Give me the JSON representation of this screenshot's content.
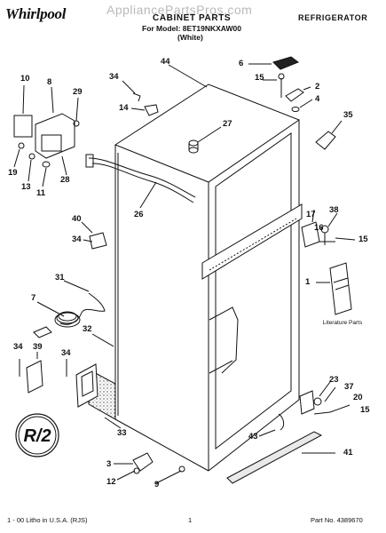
{
  "header": {
    "brand": "Whirlpool",
    "watermark": "AppliancePartsPros.com",
    "title": "CABINET PARTS",
    "model_line": "For Model: 8ET19NKXAW00",
    "color_line": "(White)",
    "category": "REFRIGERATOR"
  },
  "callouts": {
    "c1": "1",
    "c2": "2",
    "c3": "3",
    "c4": "4",
    "c6": "6",
    "c7": "7",
    "c8": "8",
    "c9": "9",
    "c10": "10",
    "c11": "11",
    "c12": "12",
    "c13": "13",
    "c14": "14",
    "c15a": "15",
    "c15b": "15",
    "c15c": "15",
    "c16": "16",
    "c17": "17",
    "c19": "19",
    "c20": "20",
    "c23": "23",
    "c26": "26",
    "c27": "27",
    "c28": "28",
    "c29": "29",
    "c31": "31",
    "c32": "32",
    "c33": "33",
    "c34a": "34",
    "c34b": "34",
    "c34c": "34",
    "c34d": "34",
    "c35": "35",
    "c37": "37",
    "c38": "38",
    "c39": "39",
    "c40": "40",
    "c41": "41",
    "c43": "43",
    "c44": "44"
  },
  "literature_label": "Literature Parts",
  "badge_text": "R/2",
  "footer": {
    "left": "1 - 00 Litho in U.S.A. (RJS)",
    "center": "1",
    "right": "Part No. 4389670"
  }
}
